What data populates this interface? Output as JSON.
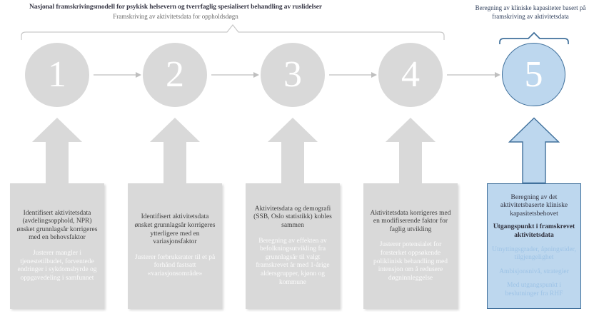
{
  "header": {
    "title": "Nasjonal framskrivingsmodell for psykisk helsevern og tverrfaglig spesialisert behandling av ruslidelser",
    "subtitle": "Framskriving av aktivitetsdata for oppholdsdøgn",
    "right_title": "Beregning av kliniske kapasiteter basert på framskriving av aktivitetsdata"
  },
  "colors": {
    "gray_fill": "#d9d9d9",
    "blue_fill": "#bdd7ee",
    "blue_border": "#41719c",
    "dark_text": "#3f3f3f",
    "faded_text_on_gray": "#f2f2f2",
    "light_blue_text": "#9dc3e6"
  },
  "steps": [
    {
      "number": "1",
      "main": "Identifisert aktivitetsdata (avdelingsopphold, NPR) ønsket grunnlagsår korrigeres med en behovsfaktor",
      "detail": "Justerer mangler i tjenestetilbudet, forventede endringer i sykdomsbyrde og oppgavedeling i samfunnet"
    },
    {
      "number": "2",
      "main": "Identifisert aktivitetsdata ønsket grunnlagsår korrigeres ytterligere med en variasjonsfaktor",
      "detail": "Justerer forbruksrater til et på forhånd fastsatt «variasjonsområde»"
    },
    {
      "number": "3",
      "main": "Aktivitetsdata og demografi (SSB, Oslo statistikk) kobles sammen",
      "detail": "Beregning av effekten av befolkningsutvikling fra grunnlagsår til valgt framskrevet år med 1-årige aldersgrupper, kjønn og kommune"
    },
    {
      "number": "4",
      "main": "Aktivitetsdata korrigeres med en modifiserende faktor for faglig utvikling",
      "detail": "Justerer potensialet for forsterket oppsøkende poliklinisk behandling med intensjon om å redusere døgninnleggelse"
    },
    {
      "number": "5",
      "title": "Beregning av det aktivitetsbaserte kliniske kapasitetsbehovet",
      "subtitle_bold": "Utgangspunkt i framskrevet aktivitetsdata",
      "details": [
        "Utnyttingsgrader, åpningstider, tilgjengelighet",
        "Ambisjonsnivå, strategier",
        "Med utgangspunkt i beslutninger fra RHF"
      ]
    }
  ]
}
